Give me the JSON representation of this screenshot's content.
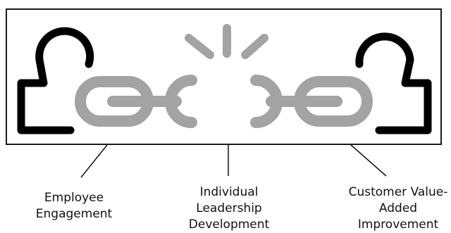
{
  "colors": {
    "frame": "#1a1a1a",
    "person": "#000000",
    "chain": "#a3a3a3",
    "leader_line": "#111111",
    "text": "#111111"
  },
  "icons": {
    "left_figure": "person-silhouette-icon",
    "right_figure": "person-silhouette-icon",
    "chain": "broken-chain-icon",
    "break_burst": "burst-lines-icon"
  },
  "captions": {
    "left": {
      "line1": "Employee",
      "line2": "Engagement"
    },
    "center": {
      "line1": "Individual",
      "line2": "Leadership",
      "line3": "Development"
    },
    "right": {
      "line1": "Customer Value-",
      "line2": "Added",
      "line3": "Improvement"
    }
  }
}
